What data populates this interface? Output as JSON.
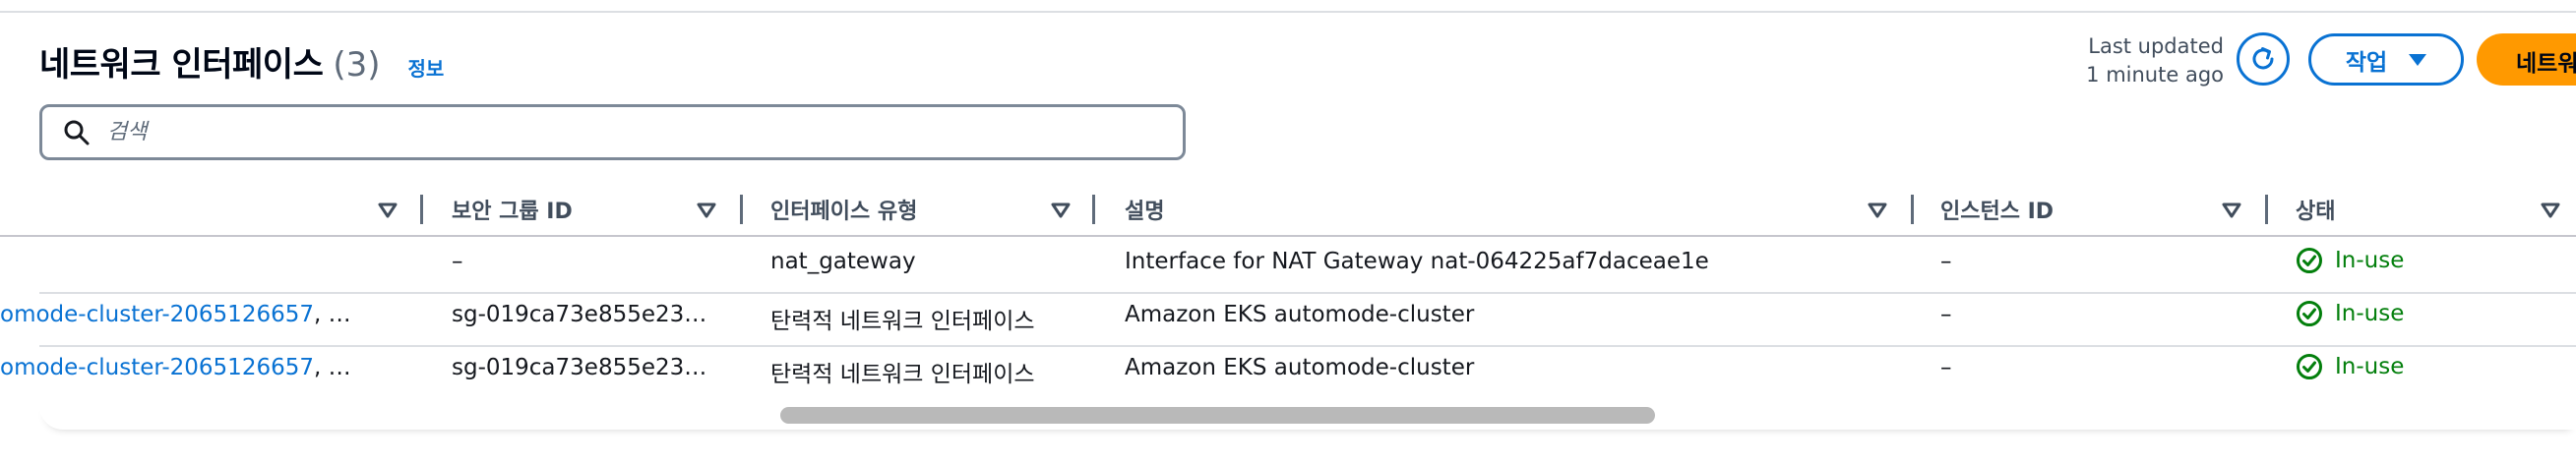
{
  "header": {
    "title": "네트워크 인터페이스",
    "count": "(3)",
    "info_link": "정보",
    "last_updated_line1": "Last updated",
    "last_updated_line2": "1 minute ago",
    "actions_label": "작업",
    "primary_button_label": "네트워크 인터페이스 생성"
  },
  "search": {
    "placeholder": "검색",
    "value": ""
  },
  "table": {
    "columns": [
      {
        "label": ""
      },
      {
        "label": "보안 그룹 ID"
      },
      {
        "label": "인터페이스 유형"
      },
      {
        "label": "설명"
      },
      {
        "label": "인스턴스 ID"
      },
      {
        "label": "상태"
      }
    ],
    "rows": [
      {
        "security_group_name": "",
        "security_group_name_suffix": "",
        "security_group_id": "–",
        "interface_type": "nat_gateway",
        "description": "Interface for NAT Gateway nat-064225af7daceae1e",
        "instance_id": "–",
        "status": "In-use"
      },
      {
        "security_group_name": "omode-cluster-2065126657",
        "security_group_name_suffix": ", …",
        "security_group_id": "sg-019ca73e855e23…",
        "interface_type": "탄력적 네트워크 인터페이스",
        "description": "Amazon EKS automode-cluster",
        "instance_id": "–",
        "status": "In-use"
      },
      {
        "security_group_name": "omode-cluster-2065126657",
        "security_group_name_suffix": ", …",
        "security_group_id": "sg-019ca73e855e23…",
        "interface_type": "탄력적 네트워크 인터페이스",
        "description": "Amazon EKS automode-cluster",
        "instance_id": "–",
        "status": "In-use"
      }
    ]
  },
  "colors": {
    "link": "#0972d3",
    "primary": "#ff9900",
    "success": "#037f0c"
  },
  "icons": {
    "refresh": "refresh-icon",
    "search": "search-icon",
    "sort": "caret-down-outline-icon",
    "status": "check-circle-icon"
  }
}
